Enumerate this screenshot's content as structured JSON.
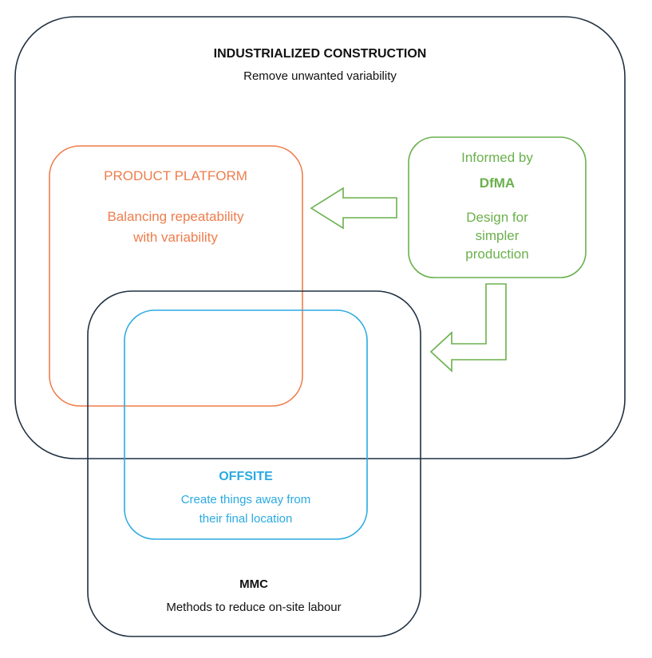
{
  "industrialized": {
    "title": "INDUSTRIALIZED CONSTRUCTION",
    "subtitle": "Remove unwanted variability",
    "color": "#1f3142"
  },
  "platform": {
    "title": "PRODUCT PLATFORM",
    "line1": "Balancing repeatability",
    "line2": "with variability",
    "color": "#ee7d4d"
  },
  "dfma": {
    "line1": "Informed by",
    "title": "DfMA",
    "line3": "Design for",
    "line4": "simpler",
    "line5": "production",
    "color": "#6ab04c"
  },
  "offsite": {
    "title": "OFFSITE",
    "line1": "Create things away from",
    "line2": "their final location",
    "color": "#2aaae0"
  },
  "mmc": {
    "title": "MMC",
    "subtitle": "Methods to reduce on-site labour",
    "color": "#1f3142"
  },
  "arrows": {
    "color": "#6ab04c",
    "left_arrow_icon": "arrow-left-icon",
    "elbow_arrow_icon": "elbow-arrow-down-left-icon"
  }
}
